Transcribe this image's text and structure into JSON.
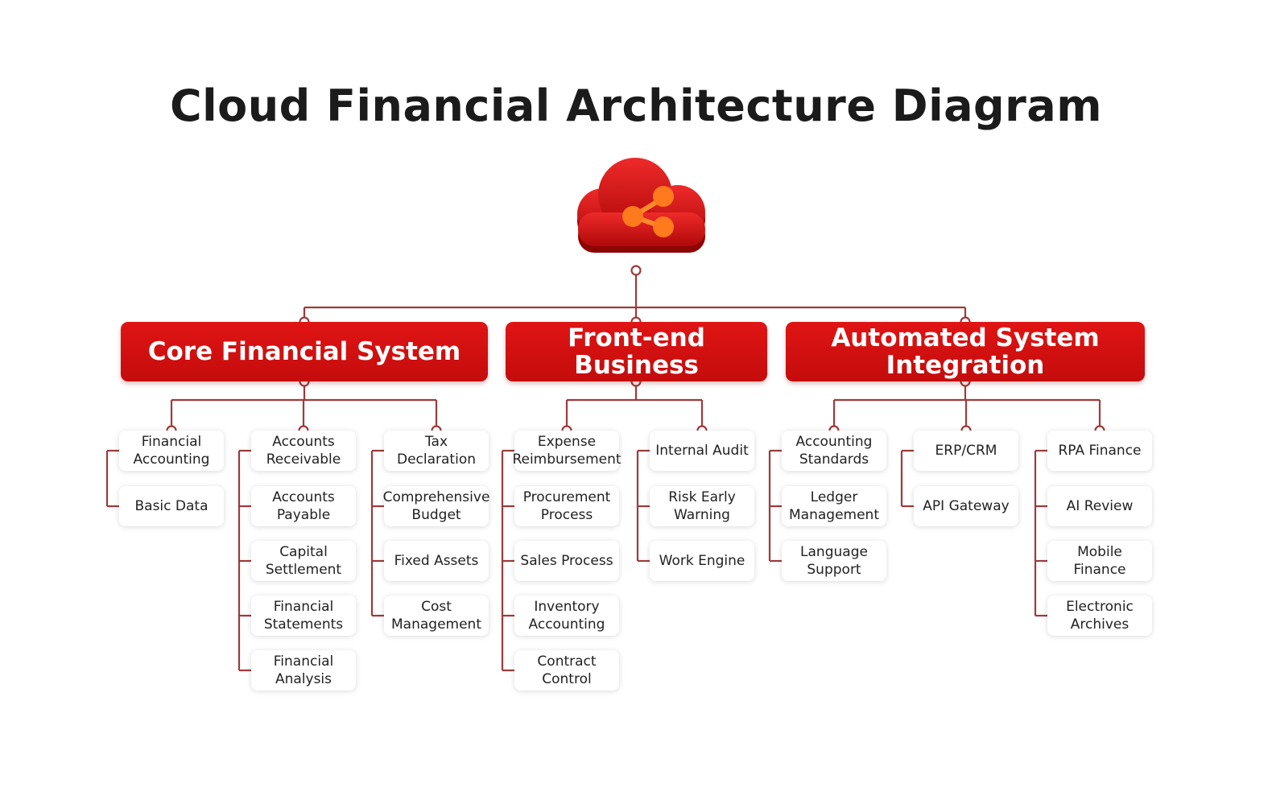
{
  "title": "Cloud Financial Architecture Diagram",
  "root": {
    "icon": "cloud-share-icon"
  },
  "colors": {
    "primary": "#d41010",
    "connector": "#9e3a3a",
    "text": "#1b1b1b",
    "node_bg": "#ffffff",
    "accent": "#f07020"
  },
  "categories": [
    {
      "label": "Core Financial System",
      "columns": [
        [
          "Financial Accounting",
          "Basic Data"
        ],
        [
          "Accounts Receivable",
          "Accounts Payable",
          "Capital Settlement",
          "Financial Statements",
          "Financial Analysis"
        ],
        [
          "Tax Declaration",
          "Comprehensive Budget",
          "Fixed Assets",
          "Cost Management"
        ]
      ]
    },
    {
      "label": "Front-end Business",
      "columns": [
        [
          "Expense Reimbursement",
          "Procurement Process",
          "Sales Process",
          "Inventory Accounting",
          "Contract Control"
        ],
        [
          "Internal Audit",
          "Risk Early Warning",
          "Work Engine"
        ]
      ]
    },
    {
      "label": "Automated System Integration",
      "columns": [
        [
          "Accounting Standards",
          "Ledger Management",
          "Language Support"
        ],
        [
          "ERP/CRM",
          "API Gateway"
        ],
        [
          "RPA Finance",
          "AI Review",
          "Mobile Finance",
          "Electronic Archives"
        ]
      ]
    }
  ]
}
